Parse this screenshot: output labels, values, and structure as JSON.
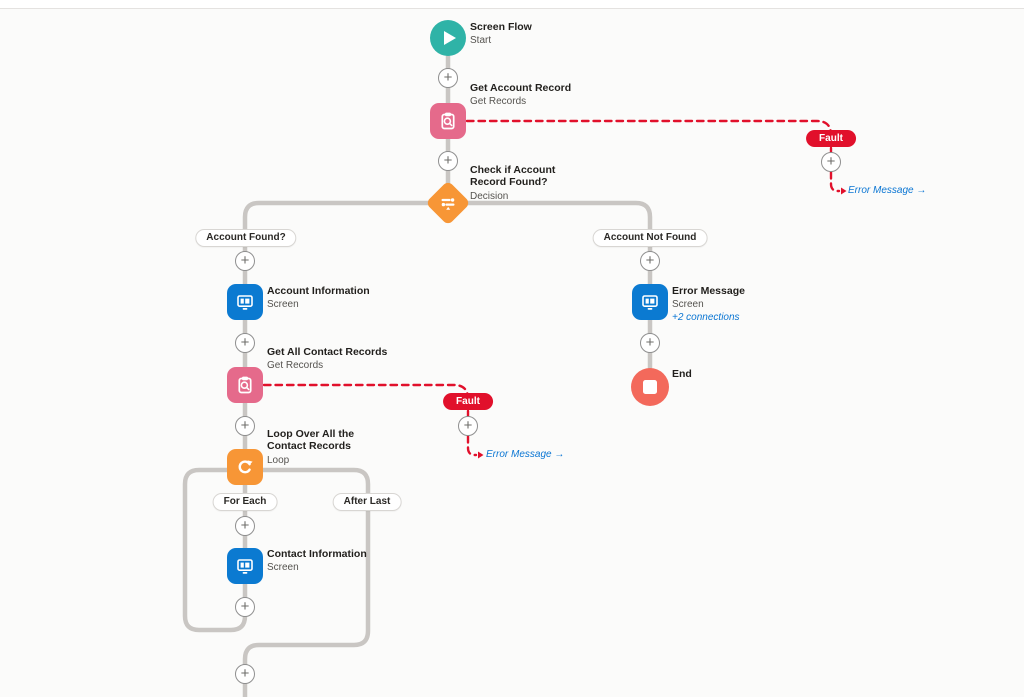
{
  "glyphs": {
    "plus": "+"
  },
  "colors": {
    "start_teal": "#2fb3a7",
    "data_pink": "#e56a8b",
    "logic_orange": "#f79636",
    "screen_blue": "#0b7ad1",
    "end_coral": "#f3695b",
    "fault_red": "#e1102b",
    "link_blue": "#0b76d3",
    "connector_gray": "#c9c6c3"
  },
  "nodes": {
    "start": {
      "title": "Screen Flow",
      "subtitle": "Start"
    },
    "get_account_record": {
      "title": "Get Account Record",
      "subtitle": "Get Records"
    },
    "decision": {
      "title": "Check if Account Record Found?",
      "subtitle": "Decision"
    },
    "account_information": {
      "title": "Account Information",
      "subtitle": "Screen"
    },
    "get_all_contact_records": {
      "title": "Get All Contact Records",
      "subtitle": "Get Records"
    },
    "loop": {
      "title": "Loop Over All the Contact Records",
      "subtitle": "Loop"
    },
    "contact_information": {
      "title": "Contact Information",
      "subtitle": "Screen"
    },
    "error_message_screen": {
      "title": "Error Message",
      "subtitle": "Screen",
      "connections": "+2 connections"
    },
    "end": {
      "title": "End"
    }
  },
  "branch_labels": {
    "account_found": "Account Found?",
    "account_not_found": "Account Not Found",
    "for_each": "For Each",
    "after_last": "After Last"
  },
  "faults": {
    "get_account_record": {
      "badge": "Fault",
      "goto": "Error Message →"
    },
    "get_all_contact_records": {
      "badge": "Fault",
      "goto": "Error Message →"
    }
  }
}
